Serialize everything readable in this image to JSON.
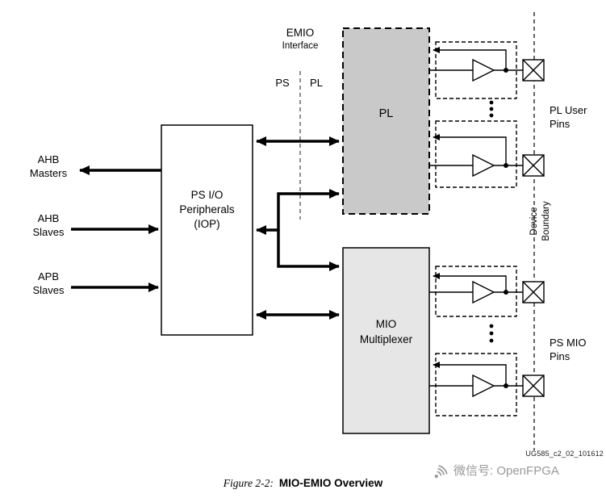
{
  "header": {
    "emio_title": "EMIO",
    "emio_subtitle": "Interface",
    "ps": "PS",
    "pl": "PL"
  },
  "blocks": {
    "iop": {
      "line1": "PS I/O",
      "line2": "Peripherals",
      "line3": "(IOP)"
    },
    "pl": {
      "label": "PL"
    },
    "mio": {
      "line1": "MIO",
      "line2": "Multiplexer"
    }
  },
  "left": {
    "ahb_masters": {
      "line1": "AHB",
      "line2": "Masters"
    },
    "ahb_slaves": {
      "line1": "AHB",
      "line2": "Slaves"
    },
    "apb_slaves": {
      "line1": "APB",
      "line2": "Slaves"
    }
  },
  "right": {
    "pl_user_pins": {
      "line1": "PL User",
      "line2": "Pins"
    },
    "device_boundary": {
      "line1": "Device",
      "line2": "Boundary"
    },
    "ps_mio_pins": {
      "line1": "PS MIO",
      "line2": "Pins"
    }
  },
  "footer": {
    "doc_code": "UG585_c2_02_101612",
    "caption_figure": "Figure 2-2:",
    "caption_title": "MIO-EMIO Overview",
    "watermark": "微信号: OpenFPGA"
  },
  "colors": {
    "iop_fill": "#ffffff",
    "pl_fill": "#c9c9c9",
    "mio_fill": "#e6e6e6",
    "stroke": "#000000",
    "watermark": "#9a9a9a"
  }
}
